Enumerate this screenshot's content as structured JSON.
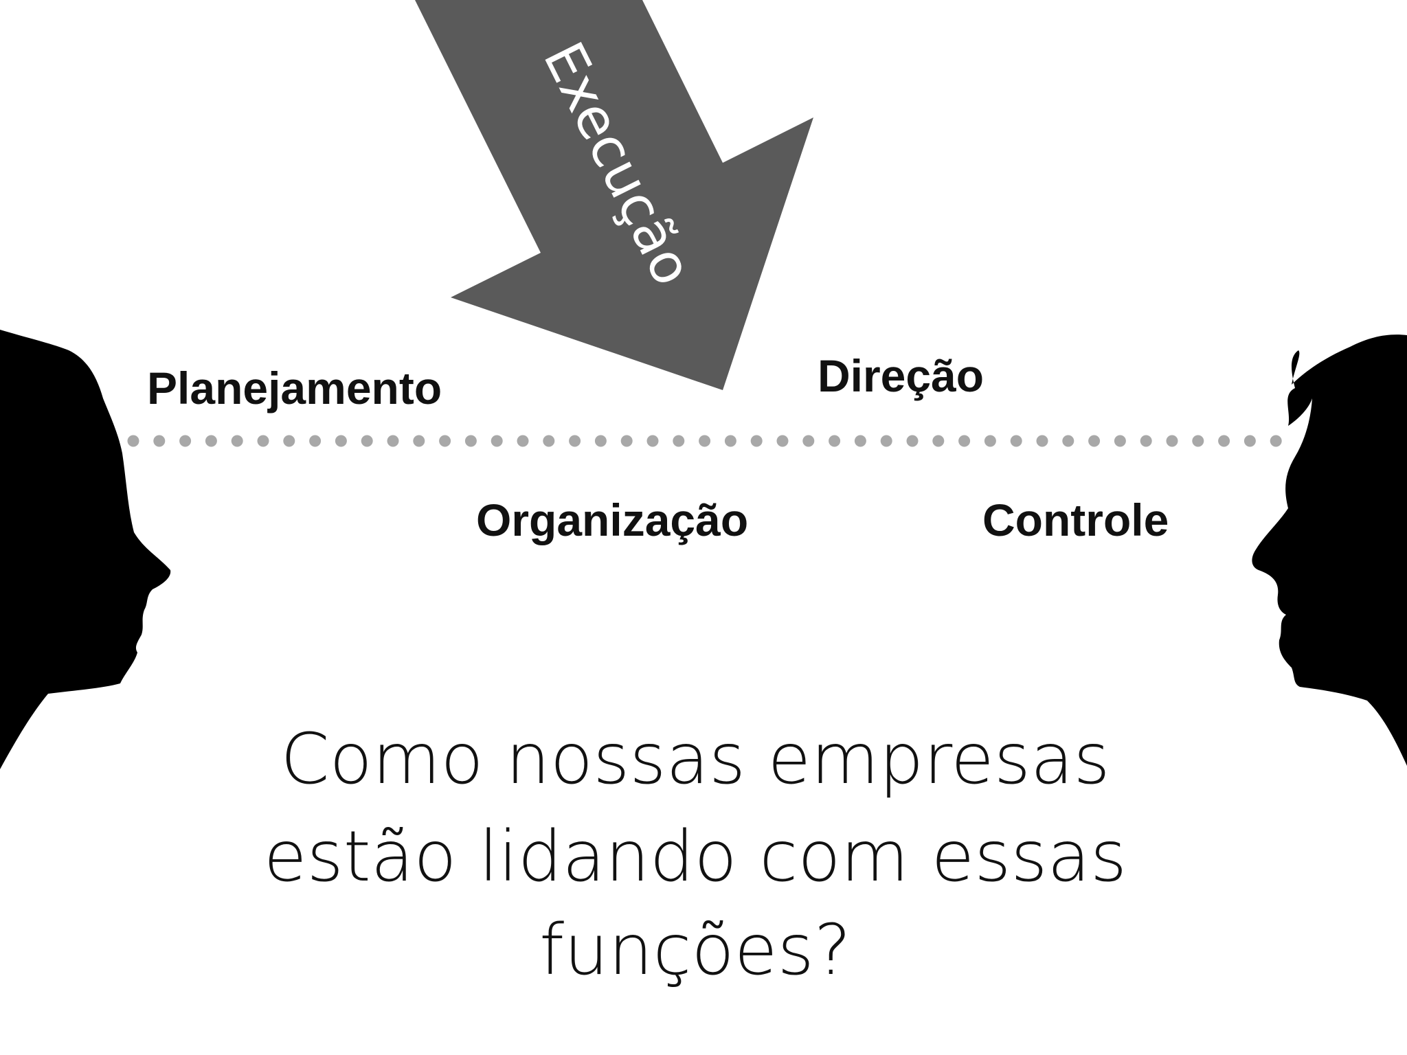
{
  "arrow": {
    "label": "Execução",
    "color": "#5a5a5a"
  },
  "functions": {
    "planejamento": "Planejamento",
    "direcao": "Direção",
    "organizacao": "Organização",
    "controle": "Controle"
  },
  "divider": {
    "style": "dotted",
    "color": "#a8a8a8"
  },
  "question": {
    "line1": "Como nossas empresas",
    "line2": "estão lidando com essas",
    "line3": "funções?"
  },
  "silhouettes": {
    "left": "woman-profile-facing-right",
    "right": "man-profile-facing-left",
    "color": "#000000"
  }
}
